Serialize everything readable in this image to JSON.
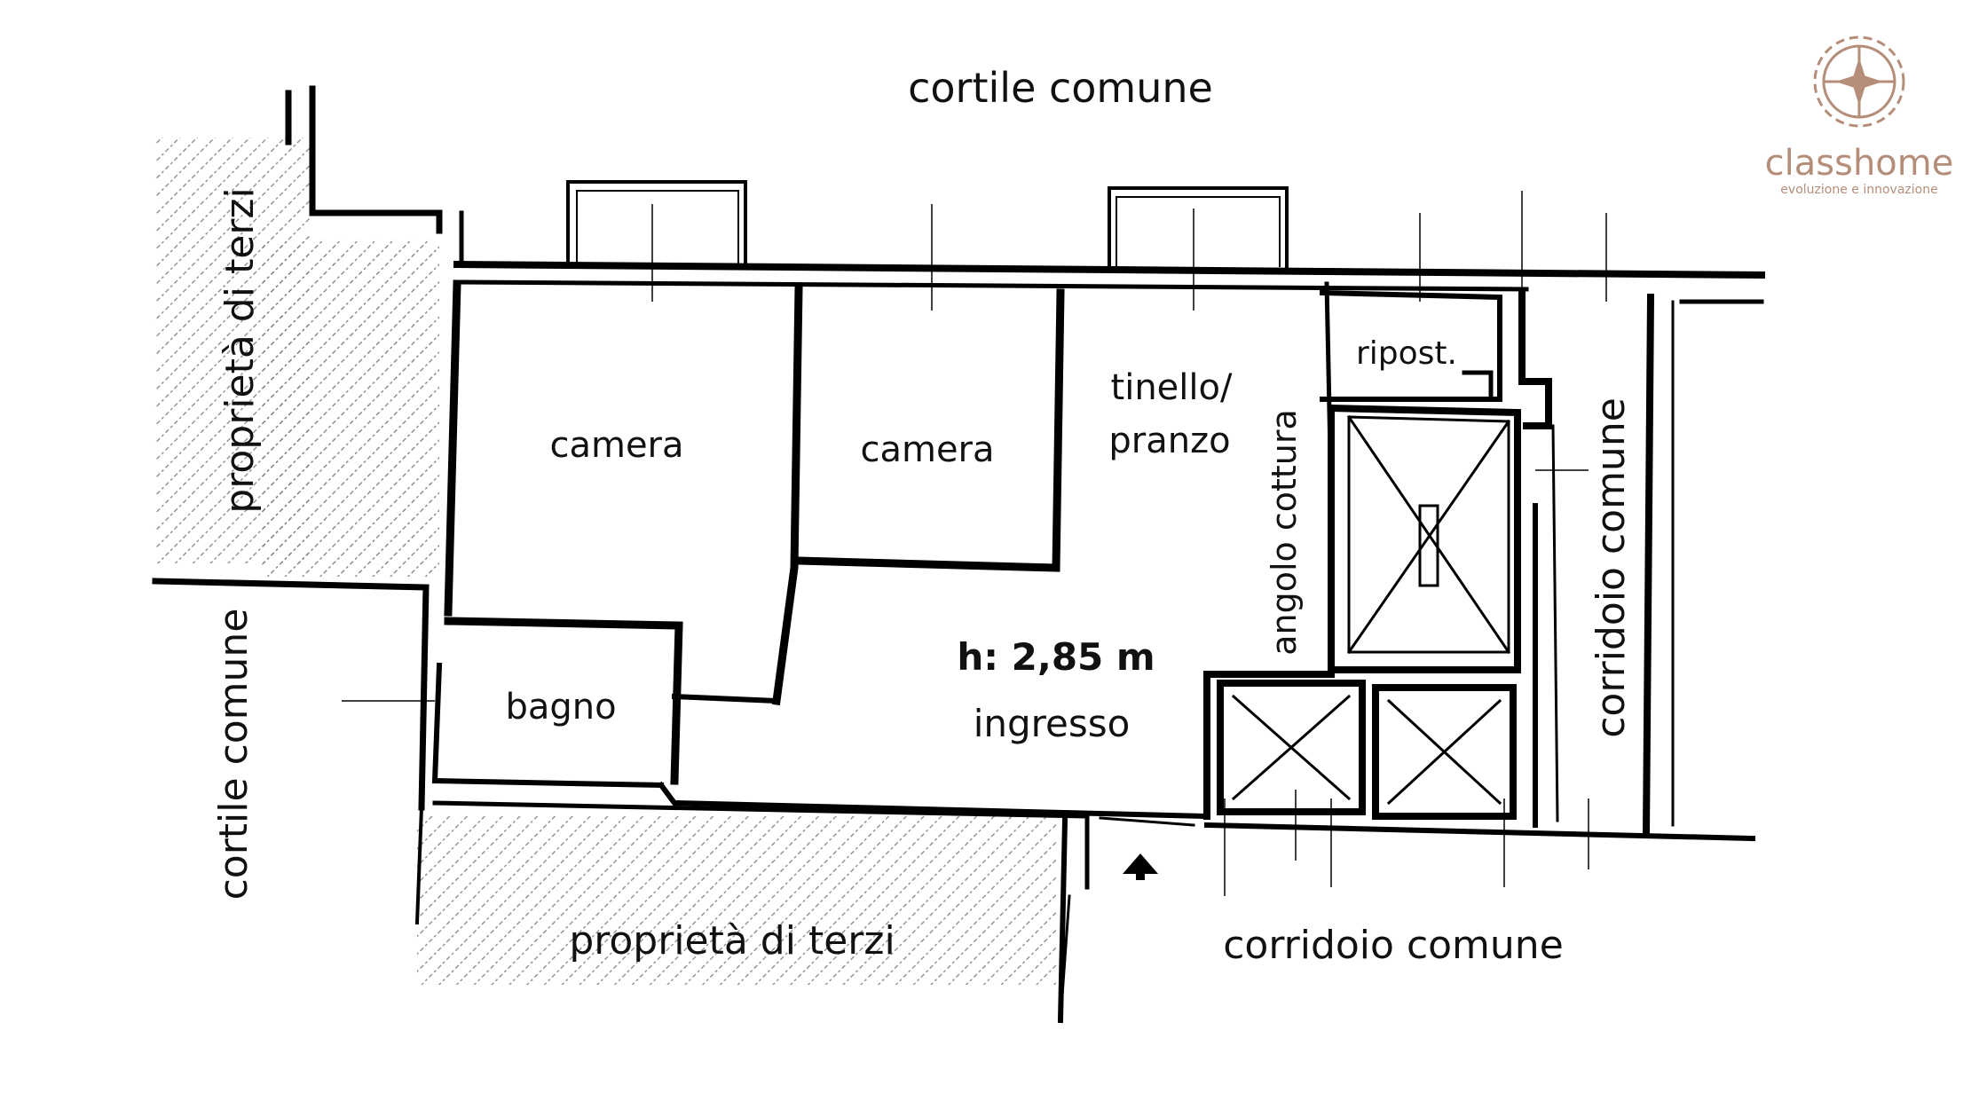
{
  "plan": {
    "labels": {
      "cortile_top": "cortile comune",
      "cortile_left": "cortile comune",
      "proprieta_left": "proprietà di terzi",
      "proprieta_bottom": "proprietà di terzi",
      "corridoio_bottom": "corridoio comune",
      "corridoio_right": "corridoio comune",
      "camera_1": "camera",
      "camera_2": "camera",
      "tinello_1": "tinello/",
      "tinello_2": "pranzo",
      "ripost": "ripost.",
      "angolo_cottura": "angolo cottura",
      "bagno": "bagno",
      "height": "h: 2,85 m",
      "ingresso": "ingresso"
    }
  },
  "brand": {
    "name": "classhome",
    "tagline": "evoluzione e innovazione",
    "color": "#b58e7a"
  }
}
